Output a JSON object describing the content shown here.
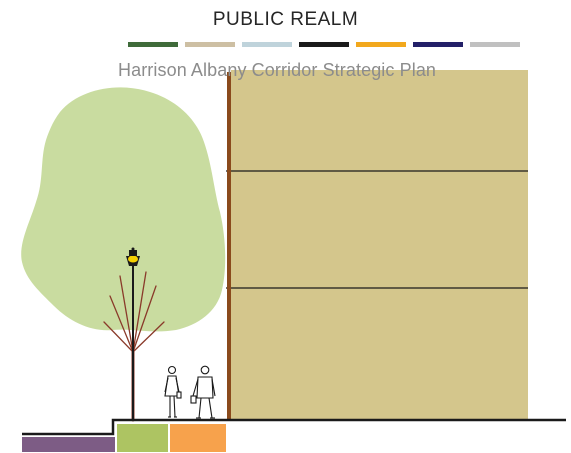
{
  "header": {
    "title": "PUBLIC  REALM",
    "subtitle": "Harrison Albany Corridor Strategic Plan"
  },
  "legend_swatches": [
    {
      "name": "dark-green",
      "color": "#3f6b3a"
    },
    {
      "name": "tan",
      "color": "#cdbfa3"
    },
    {
      "name": "light-blue",
      "color": "#bfd3db"
    },
    {
      "name": "black",
      "color": "#1a1a1a"
    },
    {
      "name": "gold",
      "color": "#f2a81d"
    },
    {
      "name": "navy",
      "color": "#232068"
    },
    {
      "name": "light-gray",
      "color": "#c0c0c0"
    }
  ],
  "colors": {
    "building": "#d4c68c",
    "building_edge": "#8a4a1c",
    "tree_canopy": "#c9dca0",
    "tree_trunk": "#8a3a2a",
    "lamp": "#f5d000",
    "ground": "#1a1a1a",
    "strip_purple": "#7d5c85",
    "strip_green": "#adc462",
    "strip_orange": "#f7a24c"
  },
  "icons": {
    "street_lamp": "street-lamp-icon",
    "pedestrian_woman": "pedestrian-woman-icon",
    "pedestrian_man": "pedestrian-man-icon"
  }
}
